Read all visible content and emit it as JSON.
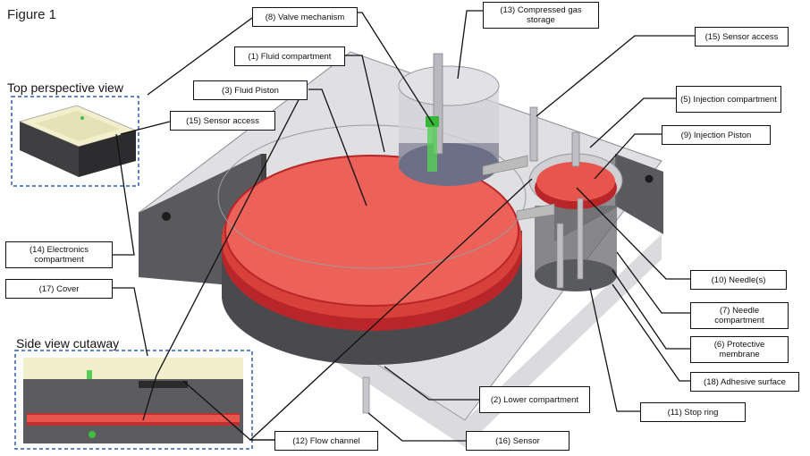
{
  "figure_title": "Figure 1",
  "views": {
    "top_perspective": "Top perspective view",
    "side_cutaway": "Side view cutaway"
  },
  "labels": {
    "valve": "(8) Valve mechanism",
    "fluid_compartment": "(1) Fluid compartment",
    "fluid_piston": "(3) Fluid Piston",
    "sensor_access_inset": "(15) Sensor access",
    "compressed_gas": "(13) Compressed gas storage",
    "sensor_access": "(15) Sensor access",
    "injection_compartment": "(5) Injection compartment",
    "injection_piston": "(9) Injection Piston",
    "electronics": "(14) Electronics compartment",
    "cover": "(17) Cover",
    "needles": "(10) Needle(s)",
    "needle_compartment": "(7) Needle compartment",
    "protective_membrane": "(6) Protective membrane",
    "adhesive": "(18) Adhesive surface",
    "lower_compartment": "(2) Lower compartment",
    "stop_ring": "(11) Stop ring",
    "flow_channel": "(12) Flow channel",
    "sensor": "(16) Sensor"
  },
  "colors": {
    "device_body": "#c9c9cd",
    "dark_wall": "#5a5a5e",
    "fluid_red": "#e8554d",
    "fluid_red_dark": "#b8262a",
    "valve_green": "#55d055",
    "cover_cream": "#f2efcc",
    "dashed_blue": "#2f5fb0"
  }
}
